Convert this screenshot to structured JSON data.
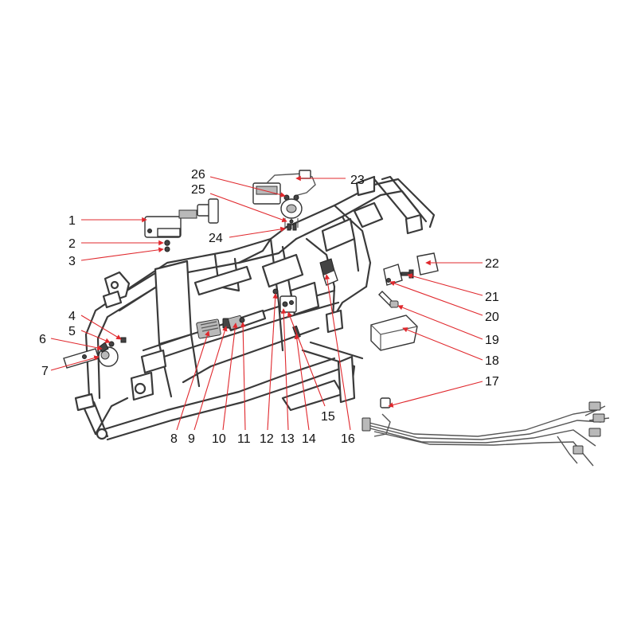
{
  "diagram": {
    "colors": {
      "leader": "#e0282d",
      "line": "#3a3a3a",
      "text": "#111111",
      "background": "#ffffff"
    },
    "callouts": {
      "n1": "1",
      "n2": "2",
      "n3": "3",
      "n4": "4",
      "n5": "5",
      "n6": "6",
      "n7": "7",
      "n8": "8",
      "n9": "9",
      "n10": "10",
      "n11": "11",
      "n12": "12",
      "n13": "13",
      "n14": "14",
      "n15": "15",
      "n16": "16",
      "n17": "17",
      "n18": "18",
      "n19": "19",
      "n20": "20",
      "n21": "21",
      "n22": "22",
      "n23": "23",
      "n24": "24",
      "n25": "25",
      "n26": "26"
    }
  }
}
